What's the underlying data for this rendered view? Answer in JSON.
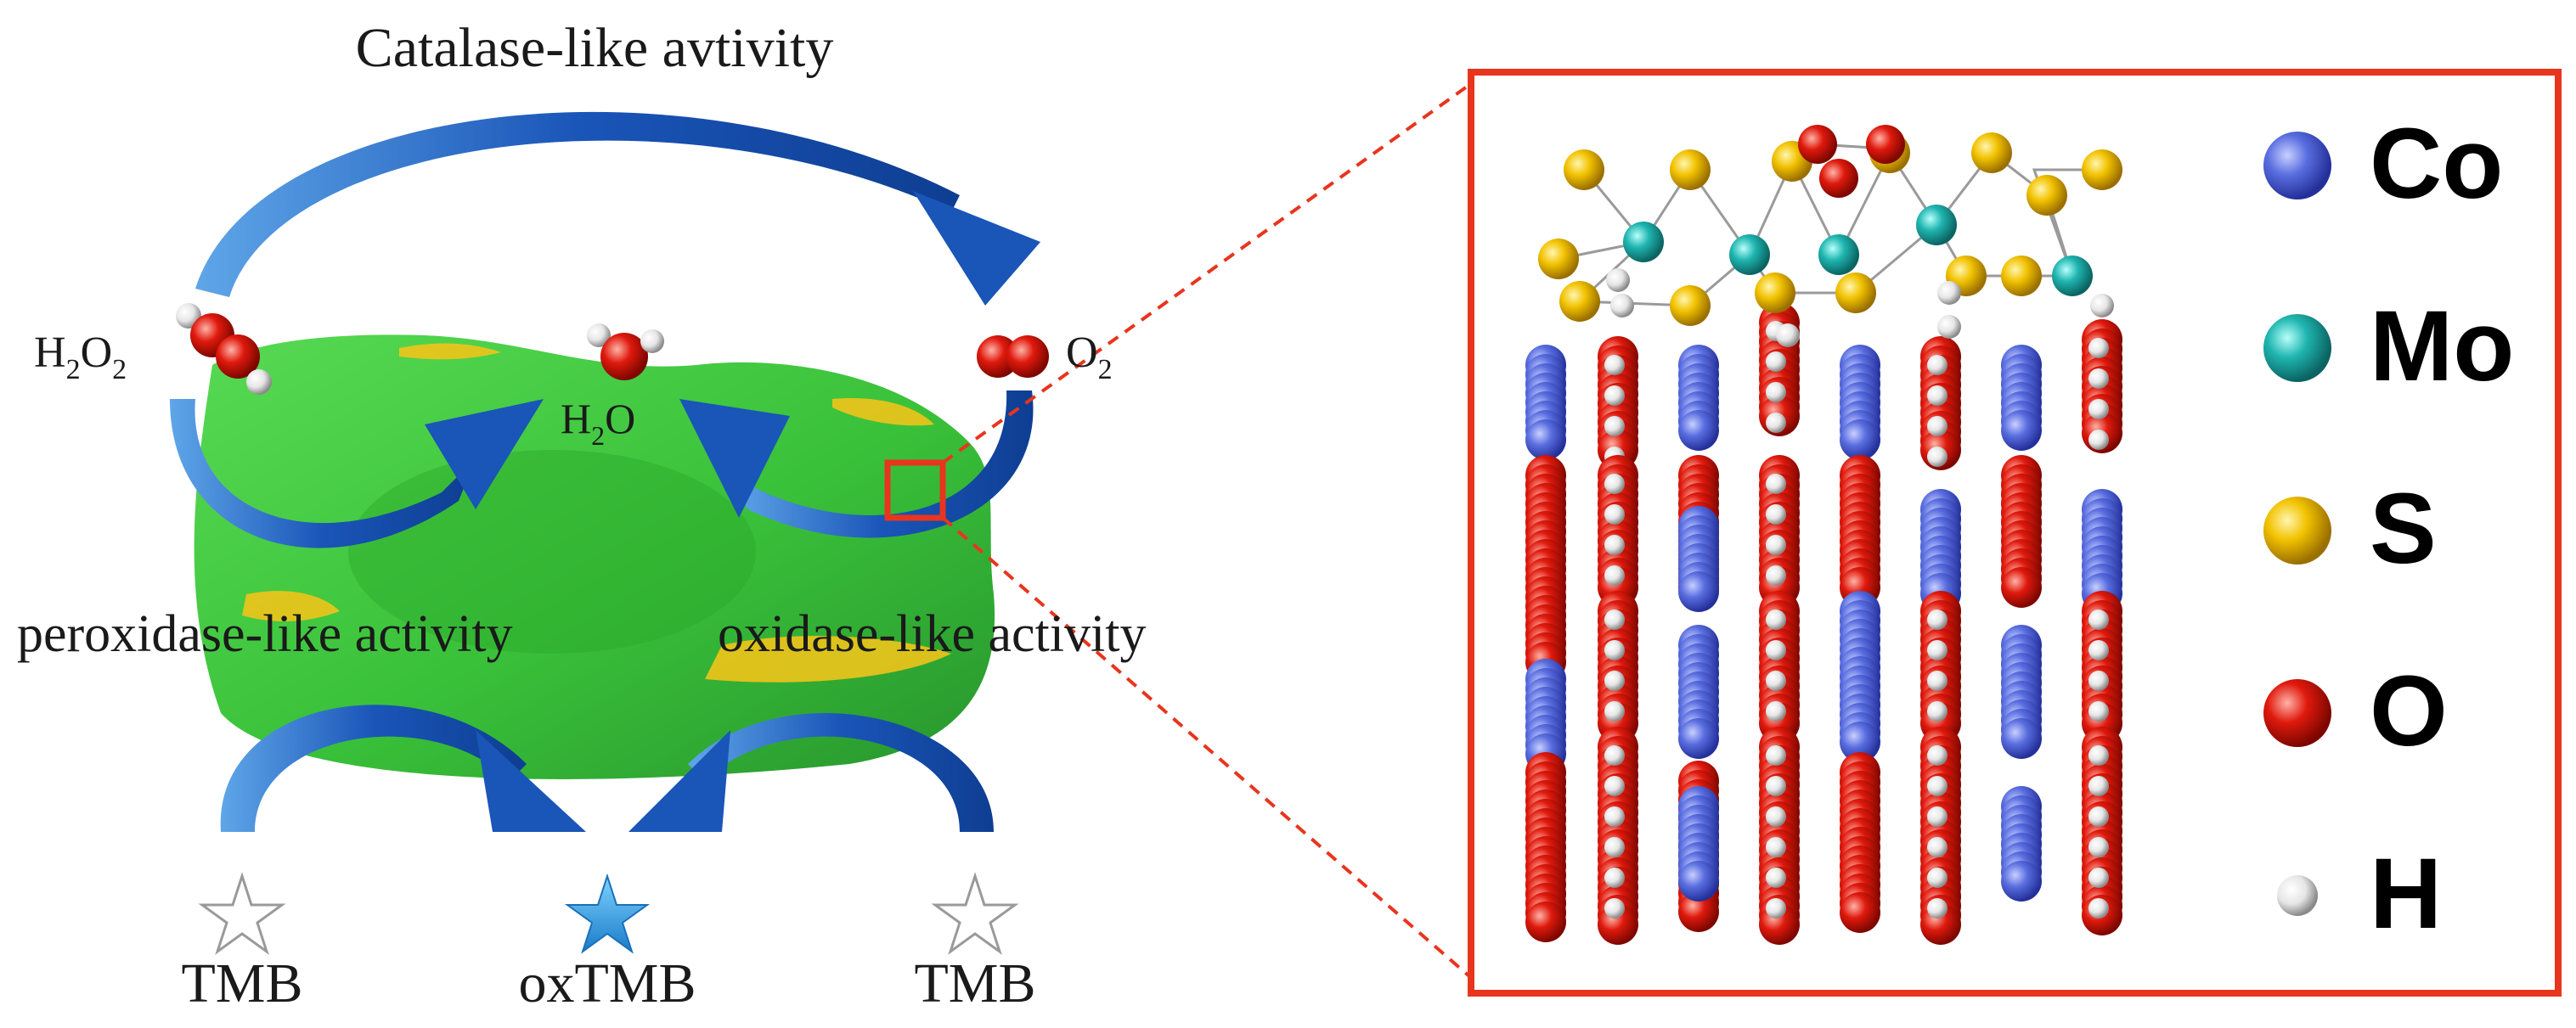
{
  "left_panel": {
    "title": "Catalase-like avtivity",
    "h2o2": {
      "main": "H",
      "sub1": "2",
      "mid": "O",
      "sub2": "2"
    },
    "h2o": {
      "main": "H",
      "sub": "2",
      "end": "O"
    },
    "o2": {
      "main": "O",
      "sub": "2"
    },
    "peroxidase_label": "peroxidase-like activity",
    "oxidase_label": "oxidase-like activity",
    "tmb_left": "TMB",
    "oxtmb": "oxTMB",
    "tmb_right": "TMB"
  },
  "legend": {
    "items": [
      {
        "symbol": "Co",
        "color": "#5a6ee0"
      },
      {
        "symbol": "Mo",
        "color": "#1fb5b0"
      },
      {
        "symbol": "S",
        "color": "#f2c200"
      },
      {
        "symbol": "O",
        "color": "#e0190d"
      },
      {
        "symbol": "H",
        "color": "#e8e8e8"
      }
    ]
  },
  "colors": {
    "frame": "#e8351e",
    "arrow": "#1a55b8",
    "blob": "#2fbd2f",
    "star_filled": "#1a8fd6"
  }
}
